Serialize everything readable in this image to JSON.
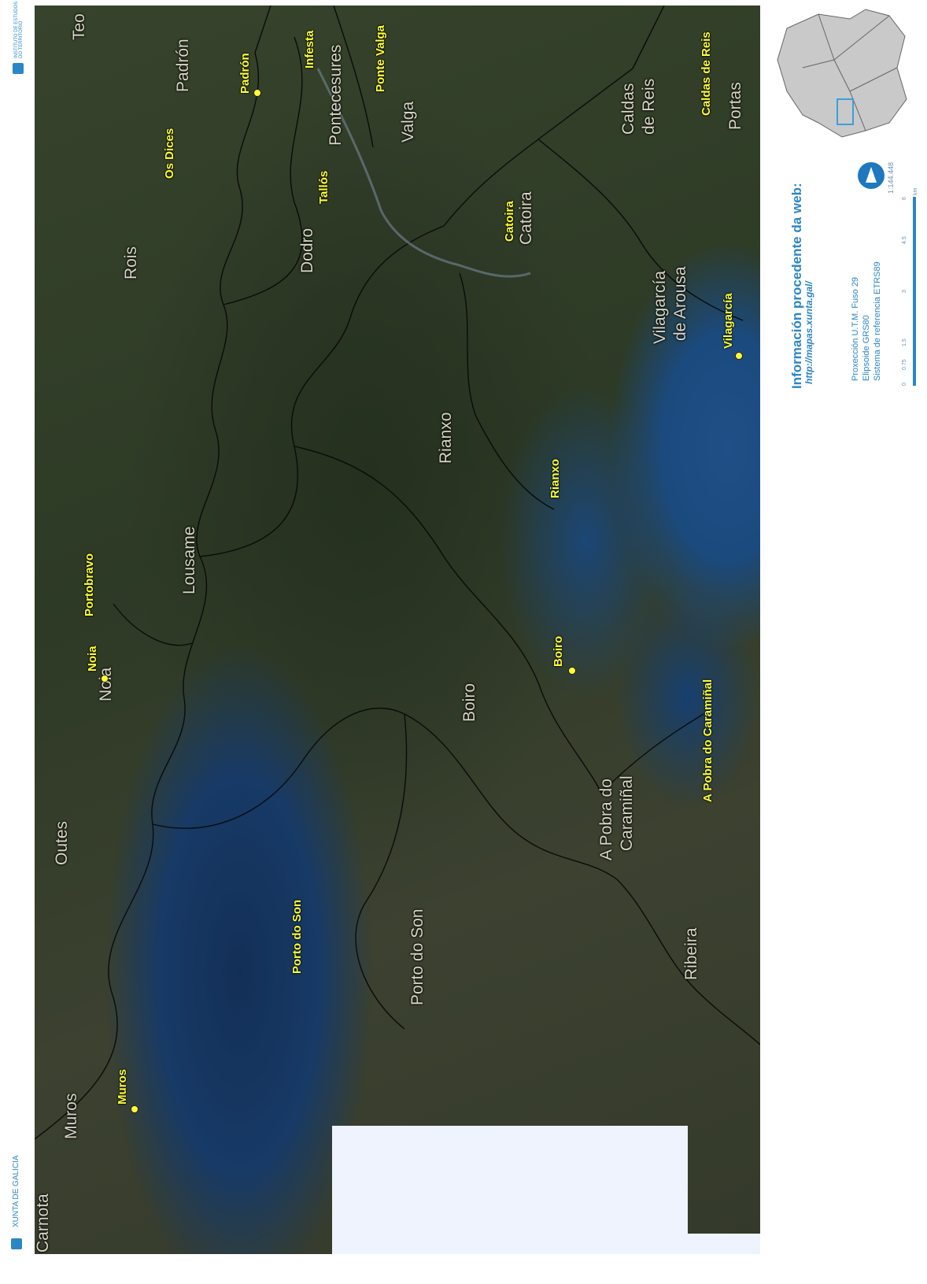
{
  "header": {
    "xunta": "XUNTA DE GALICIA",
    "instituto": "INSTITUTO DE ESTUDOS DO TERRITORIO"
  },
  "towns": [
    {
      "id": "padron",
      "label": "Padrón"
    },
    {
      "id": "infesta",
      "label": "Infesta"
    },
    {
      "id": "ponte-valga",
      "label": "Ponte Valga"
    },
    {
      "id": "caldas-de-reis",
      "label": "Caldas de Reis"
    },
    {
      "id": "os-dices",
      "label": "Os Dices"
    },
    {
      "id": "tallos",
      "label": "Tallós"
    },
    {
      "id": "catoira",
      "label": "Catoira"
    },
    {
      "id": "vilagarcia",
      "label": "Vilagarcía"
    },
    {
      "id": "rianxo",
      "label": "Rianxo"
    },
    {
      "id": "portobravo",
      "label": "Portobravo"
    },
    {
      "id": "noia",
      "label": "Noia"
    },
    {
      "id": "boiro",
      "label": "Boiro"
    },
    {
      "id": "a-pobra-do-caraminal",
      "label": "A Pobra do Caramiñal"
    },
    {
      "id": "porto-do-son",
      "label": "Porto do Son"
    },
    {
      "id": "muros",
      "label": "Muros"
    }
  ],
  "municipalities": [
    {
      "id": "teo",
      "label": "Teo"
    },
    {
      "id": "padron",
      "label": "Padrón"
    },
    {
      "id": "pontecesures",
      "label": "Pontecesures"
    },
    {
      "id": "valga",
      "label": "Valga"
    },
    {
      "id": "caldas-1",
      "label": "Caldas"
    },
    {
      "id": "caldas-2",
      "label": "de Reis"
    },
    {
      "id": "portas",
      "label": "Portas"
    },
    {
      "id": "rois",
      "label": "Rois"
    },
    {
      "id": "dodro",
      "label": "Dodro"
    },
    {
      "id": "catoira",
      "label": "Catoira"
    },
    {
      "id": "vilagarcia-1",
      "label": "Vilagarcía"
    },
    {
      "id": "vilagarcia-2",
      "label": "de Arousa"
    },
    {
      "id": "rianxo",
      "label": "Rianxo"
    },
    {
      "id": "lousame",
      "label": "Lousame"
    },
    {
      "id": "noia",
      "label": "Noia"
    },
    {
      "id": "boiro",
      "label": "Boiro"
    },
    {
      "id": "pobra-1",
      "label": "A Pobra do"
    },
    {
      "id": "pobra-2",
      "label": "Caramiñal"
    },
    {
      "id": "outes",
      "label": "Outes"
    },
    {
      "id": "porto-do-son",
      "label": "Porto do Son"
    },
    {
      "id": "ribeira",
      "label": "Ribeira"
    },
    {
      "id": "muros",
      "label": "Muros"
    },
    {
      "id": "carnota",
      "label": "Carnota"
    }
  ],
  "sidebar": {
    "info_title": "Información procedente da web:",
    "info_url": "http://mapas.xunta.gal/",
    "projection": "Proxección U.T.M. Fuso 29",
    "ellipsoid": "Elipsoide GRS80",
    "reference": "Sistema de referencia ETRS89",
    "scale_ratio": "1:144.448",
    "scale_ticks": [
      "0",
      "0.75",
      "1.5",
      "3",
      "4.5",
      "6"
    ],
    "scale_unit": "km"
  },
  "colors": {
    "town_label": "#ffff33",
    "municipality_label": "#d9d6c5",
    "accent": "#2b86c5",
    "locator_fill": "#c9c9c9",
    "locator_highlight": "#3aa0d8"
  }
}
